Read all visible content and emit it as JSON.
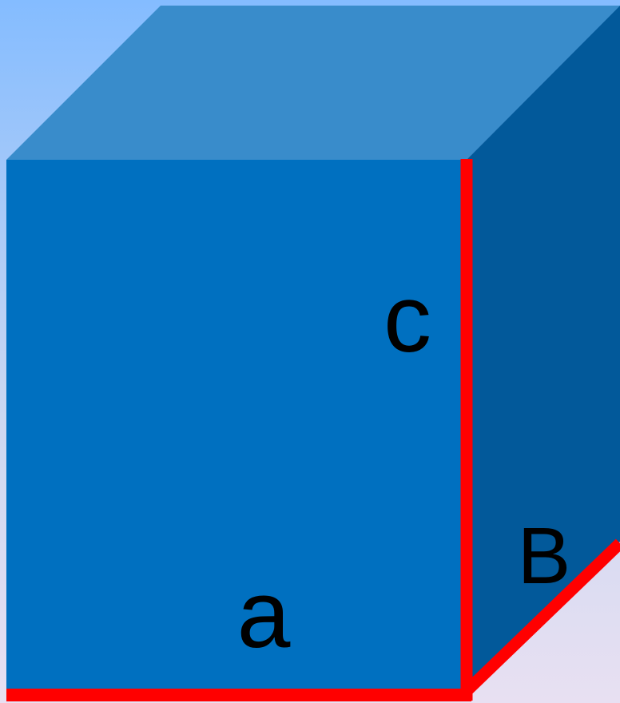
{
  "labels": {
    "a": "a",
    "b": "B",
    "c": "c"
  },
  "colors": {
    "front_face": "#0070c0",
    "top_face": "#398ccb",
    "side_face": "#02599a",
    "edge": "#ff0000",
    "text": "#000000"
  }
}
